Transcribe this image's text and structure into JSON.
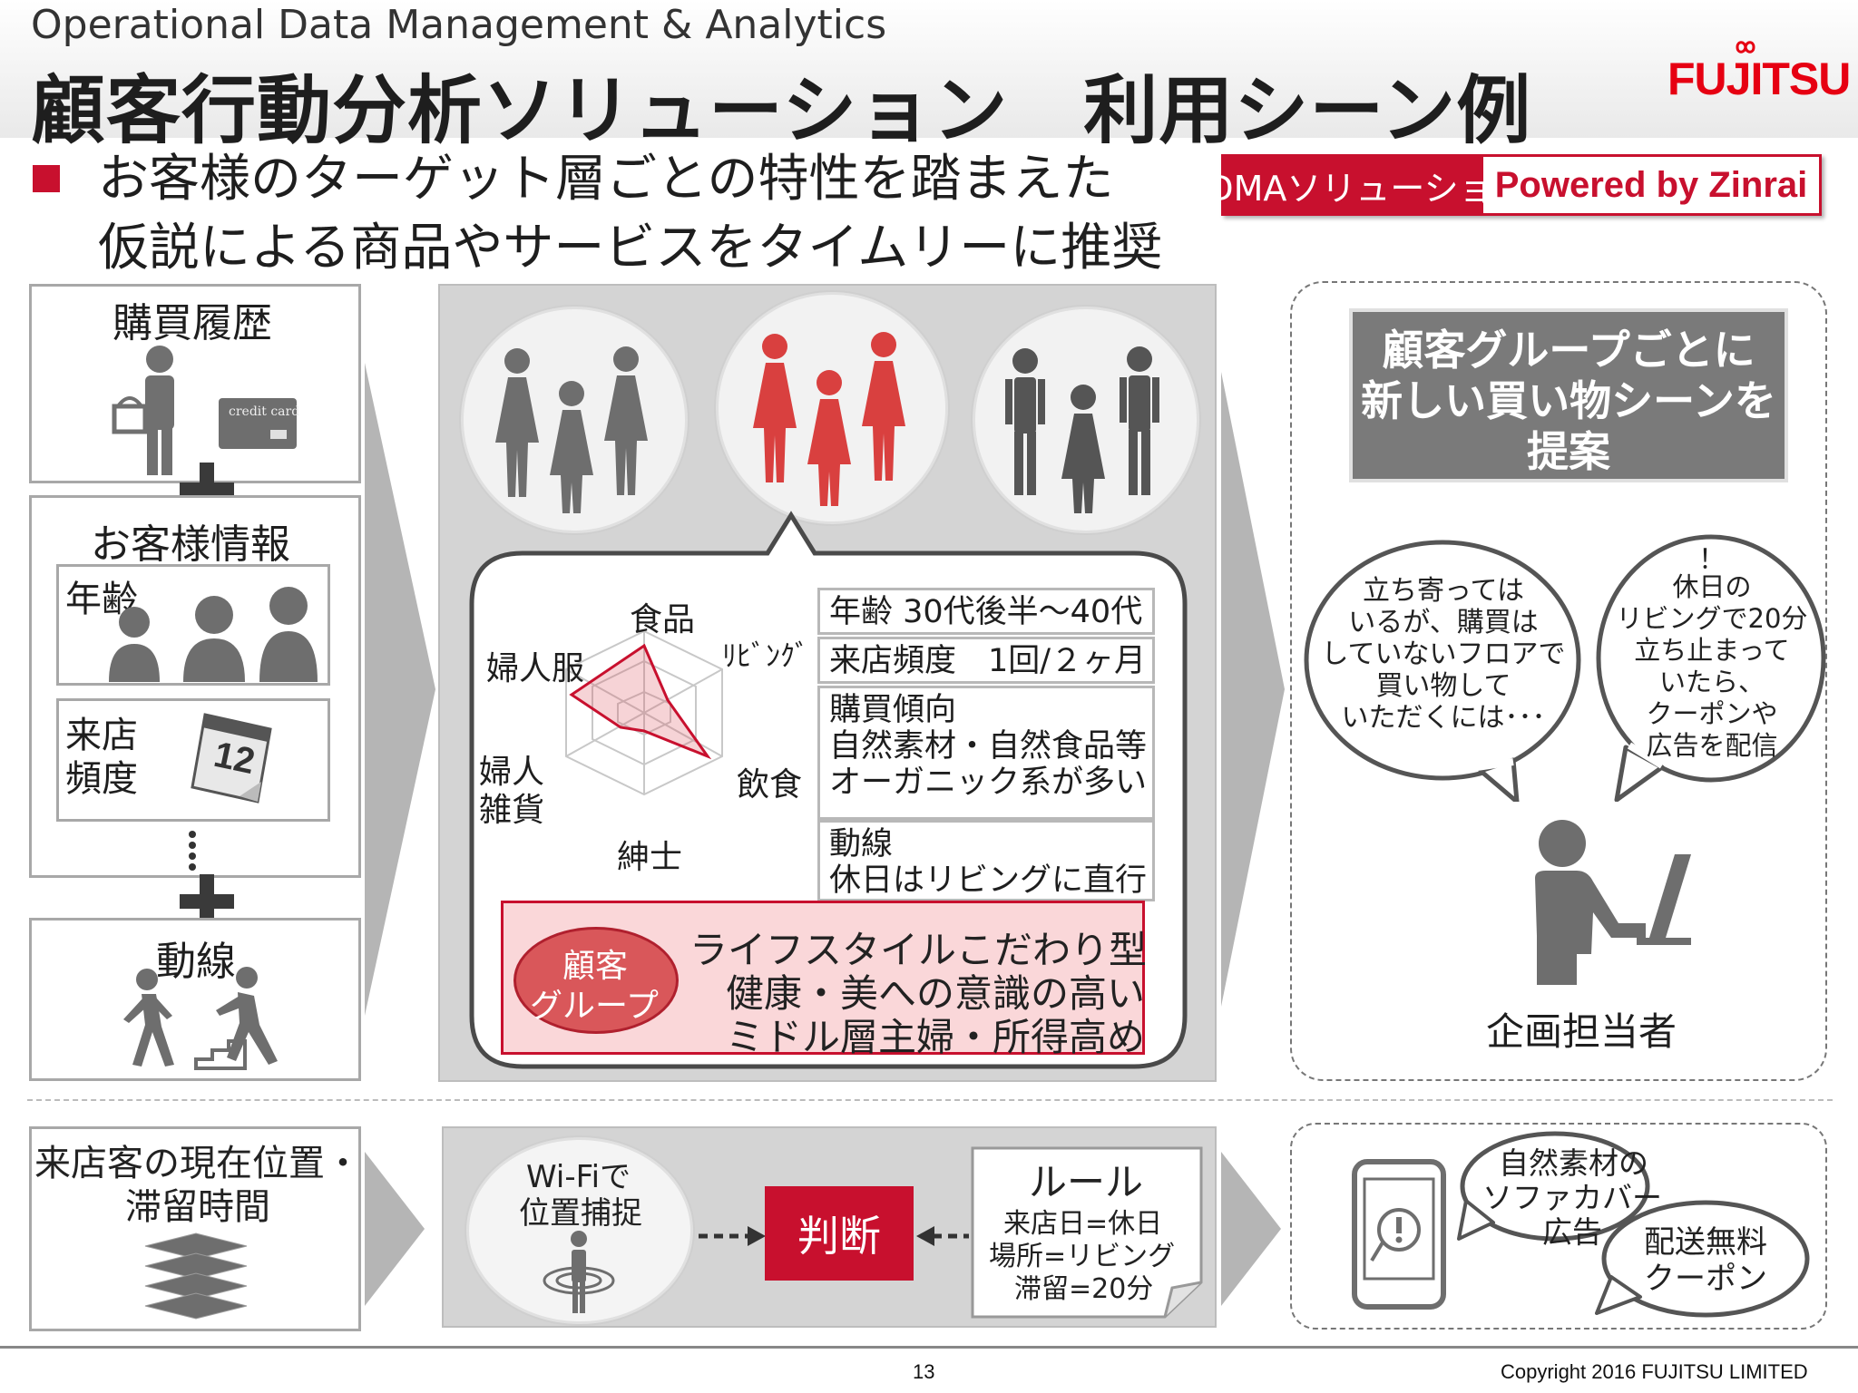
{
  "header": {
    "subtitle": "Operational Data Management & Analytics",
    "title": "顧客行動分析ソリューション　利用シーン例",
    "logo": "FUJITSU"
  },
  "bullet": {
    "line1": "お客様のターゲット層ごとの特性を踏まえた",
    "line2": "仮説による商品やサービスをタイムリーに推奨"
  },
  "badge": {
    "left": "ODMAソリューション",
    "right": "Powered by Zinrai"
  },
  "left_column": {
    "purchase_history": "購買履歴",
    "credit_card_text": "credit card",
    "customer_info": "お客様情報",
    "age": "年齢",
    "visit_freq_line1": "来店",
    "visit_freq_line2": "頻度",
    "calendar_number": "12",
    "traffic_line": "動線"
  },
  "center": {
    "radar": {
      "axes": {
        "top": "食品",
        "top_right": "ﾘﾋﾞﾝｸﾞ",
        "bottom_right": "飲食",
        "bottom": "紳士",
        "bottom_left_1": "婦人",
        "bottom_left_2": "雑貨",
        "top_left": "婦人服"
      }
    },
    "info": {
      "age": "年齢 30代後半～40代",
      "frequency": "来店頻度　1回/２ヶ月",
      "tendency_title": "購買傾向",
      "tendency_1": "自然素材・自然食品等",
      "tendency_2": "オーガニック系が多い",
      "route_title": "動線",
      "route_1": "休日はリビングに直行"
    },
    "group": {
      "label_1": "顧客",
      "label_2": "グループ",
      "desc_1": "ライフスタイルこだわり型",
      "desc_2": "健康・美への意識の高い",
      "desc_3": "ミドル層主婦・所得高め"
    }
  },
  "right": {
    "heading_1": "顧客グループごとに",
    "heading_2": "新しい買い物シーンを",
    "heading_3": "提案",
    "bubble1": [
      "立ち寄っては",
      "いるが、購買は",
      "していないフロアで",
      "買い物して",
      "いただくには･･･"
    ],
    "bubble2_mark": "！",
    "bubble2": [
      "休日の",
      "リビングで20分",
      "立ち止まって",
      "いたら、",
      "クーポンや",
      "広告を配信"
    ],
    "planner": "企画担当者"
  },
  "bottom": {
    "left_1": "来店客の現在位置・",
    "left_2": "滞留時間",
    "wifi_1": "Wi-Fiで",
    "wifi_2": "位置捕捉",
    "judge": "判断",
    "rule_title": "ルール",
    "rule_1": "来店日=休日",
    "rule_2": "場所=リビング",
    "rule_3": "滞留=20分",
    "ad_1": "自然素材の",
    "ad_2": "ソファカバー",
    "ad_3": "広告",
    "coupon_1": "配送無料",
    "coupon_2": "クーポン"
  },
  "footer": {
    "page_number": "13",
    "copyright": "Copyright 2016 FUJITSU LIMITED"
  },
  "colors": {
    "accent_red": "#c8102e",
    "brand_red": "#e60012",
    "panel_grey": "#d4d4d4",
    "icon_grey": "#707070",
    "pink_fill": "#fad7d9"
  }
}
